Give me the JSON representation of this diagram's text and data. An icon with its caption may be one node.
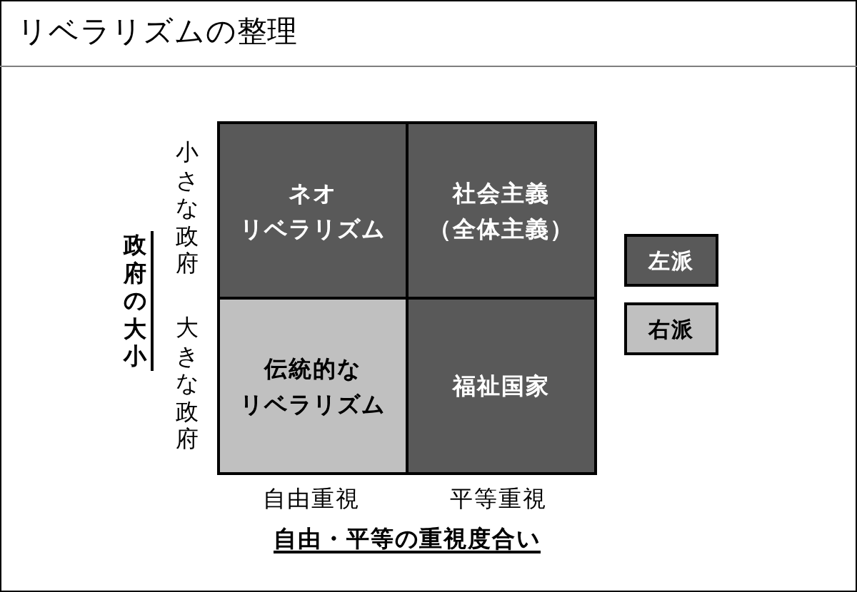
{
  "diagram": {
    "title": "リベラリズムの整理",
    "nodes": [
      {
        "text": [
          "ネオリベラリズム"
        ]
      },
      {
        "text": [
          "社会主義（全体主義）"
        ]
      },
      {
        "text": [
          "伝統的なリベラリズム"
        ]
      },
      {
        "text": [
          "福祉国家"
        ]
      }
    ],
    "labels": [
      "政府の大小",
      "小さな政府",
      "大きな政府",
      "自由重視",
      "平等重視",
      "自由・平等の重視度合い"
    ],
    "legend": [
      {
        "text": "左派",
        "color": "#595959"
      },
      {
        "text": "右派",
        "color": "#c0c0c0"
      }
    ]
  }
}
